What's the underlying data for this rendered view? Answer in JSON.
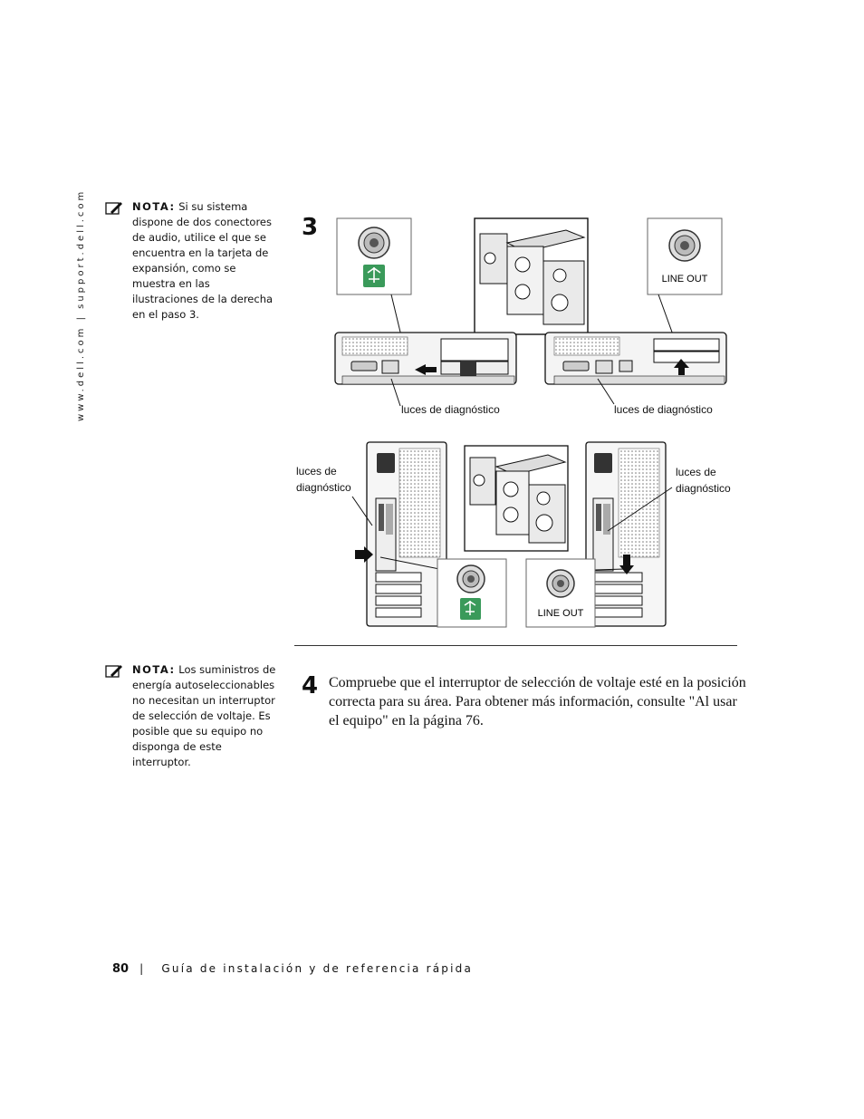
{
  "sidebar": {
    "url": "www.dell.com | support.dell.com"
  },
  "note1": {
    "label": "NOTA:",
    "text": "Si su sistema dispone de dos conectores de audio, utilice el que se encuentra en la tarjeta de expansión, como se muestra en las ilustraciones de la derecha en el paso 3."
  },
  "note2": {
    "label": "NOTA:",
    "text": "Los suministros de energía autoseleccionables no necesitan un interruptor de selección de voltaje. Es posible que su equipo no disponga de este interruptor."
  },
  "step3": {
    "number": "3"
  },
  "step4": {
    "number": "4",
    "text": "Compruebe que el interruptor de selección de voltaje esté en la posición correcta para su área. Para obtener más información, consulte \"Al usar el equipo\" en la página 76."
  },
  "illustration": {
    "line_out": "LINE OUT",
    "caption_top_left": "luces de diagnóstico",
    "caption_top_right": "luces de diagnóstico",
    "caption_bottom_left_1": "luces de",
    "caption_bottom_left_2": "diagnóstico",
    "caption_bottom_right_1": "luces de",
    "caption_bottom_right_2": "diagnóstico"
  },
  "footer": {
    "page": "80",
    "separator": "|",
    "title": "Guía de instalación y de referencia rápida"
  }
}
